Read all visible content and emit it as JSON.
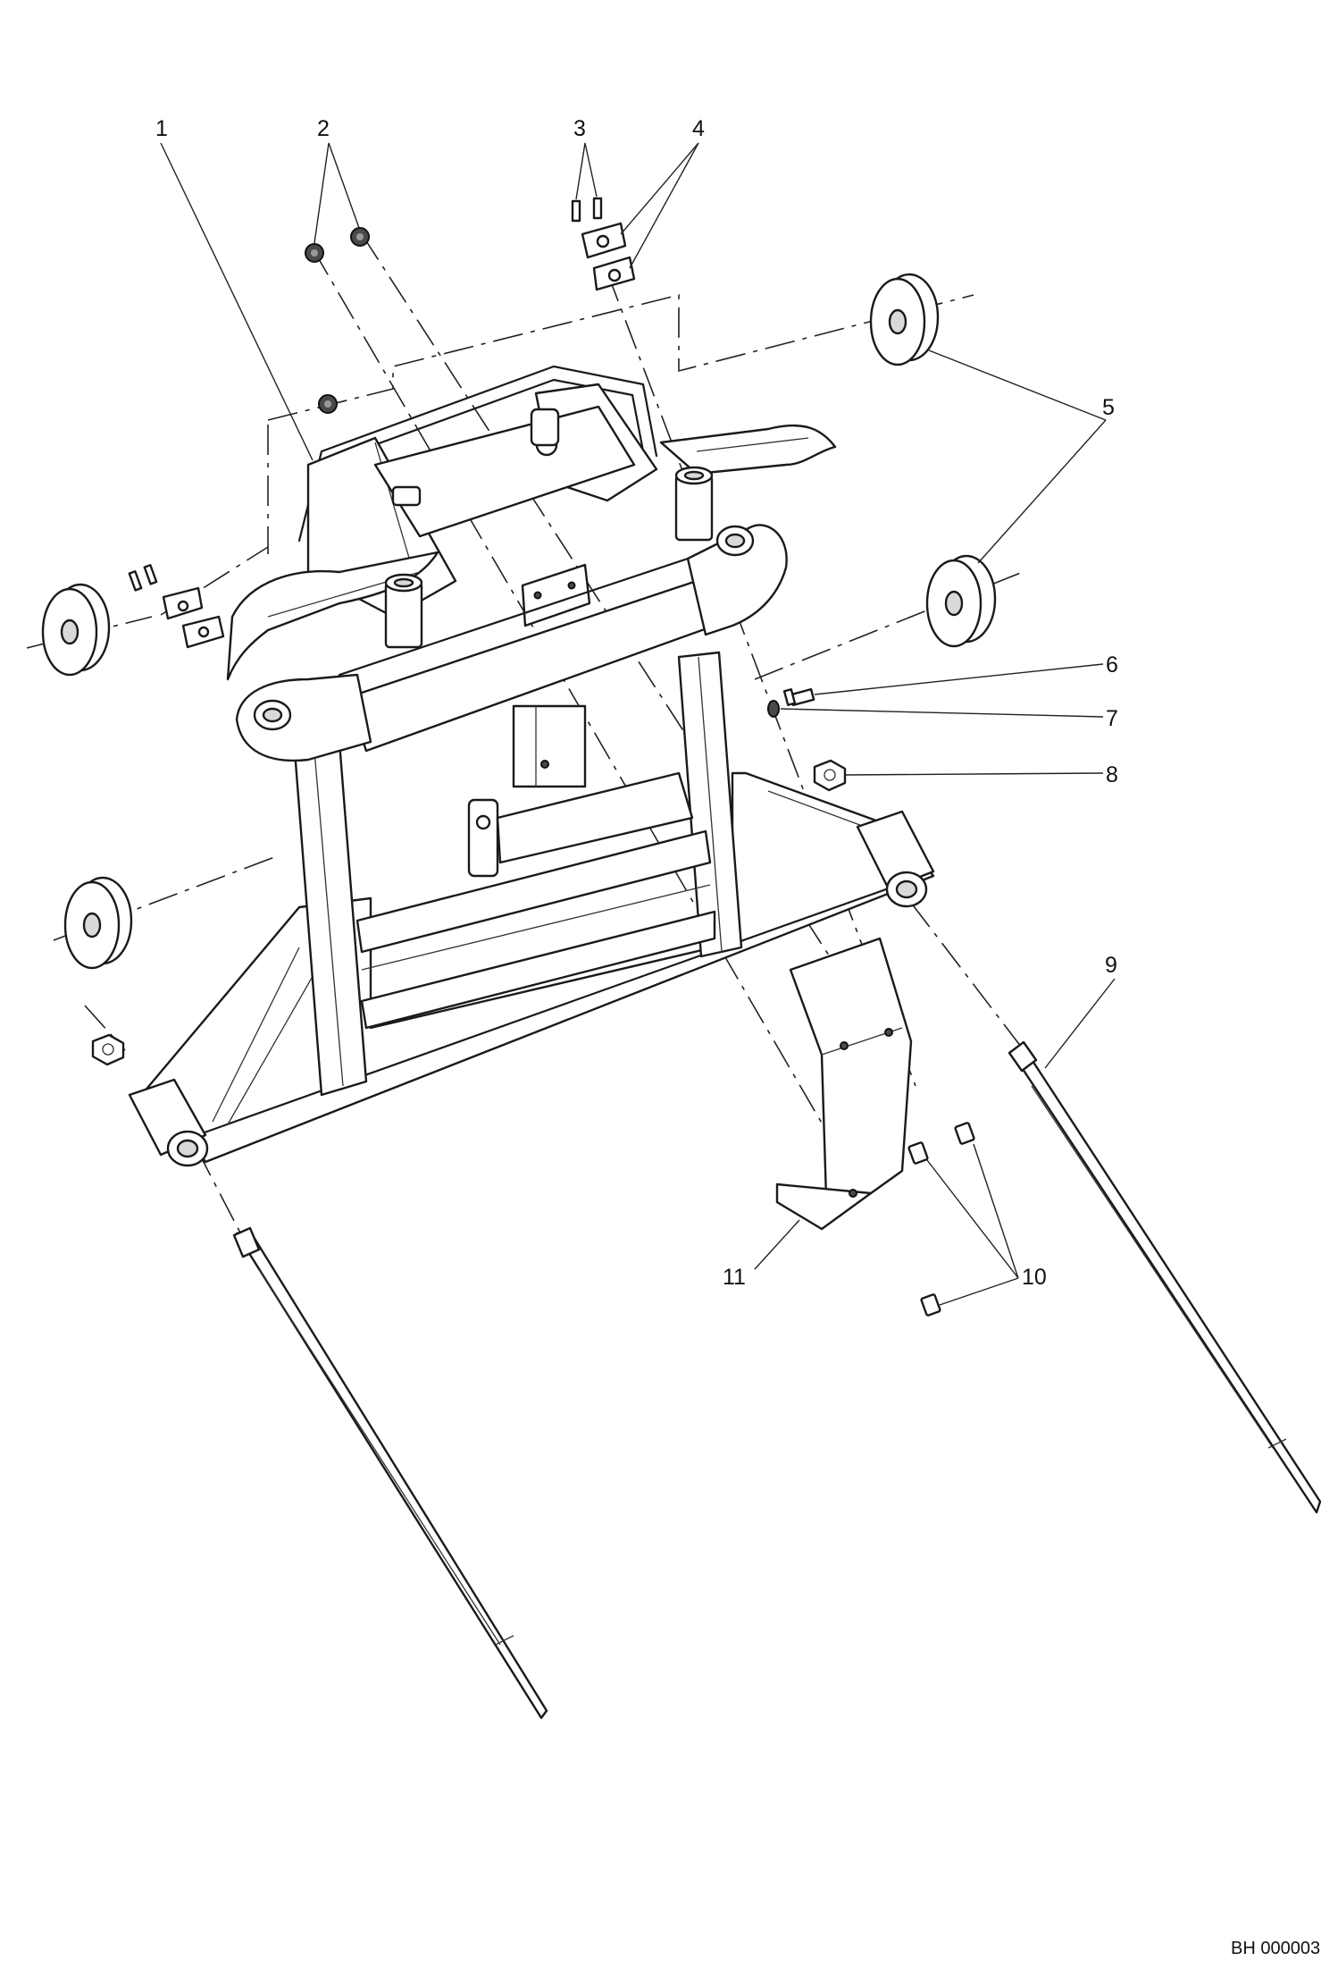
{
  "callouts": {
    "c1": "1",
    "c2": "2",
    "c3": "3",
    "c4": "4",
    "c5": "5",
    "c6": "6",
    "c7": "7",
    "c8": "8",
    "c9": "9",
    "c10": "10",
    "c11": "11"
  },
  "drawing_ref": "BH 000003",
  "colors": {
    "line": "#1a1a1a",
    "background": "#ffffff",
    "shade": "#d9d9d9"
  }
}
